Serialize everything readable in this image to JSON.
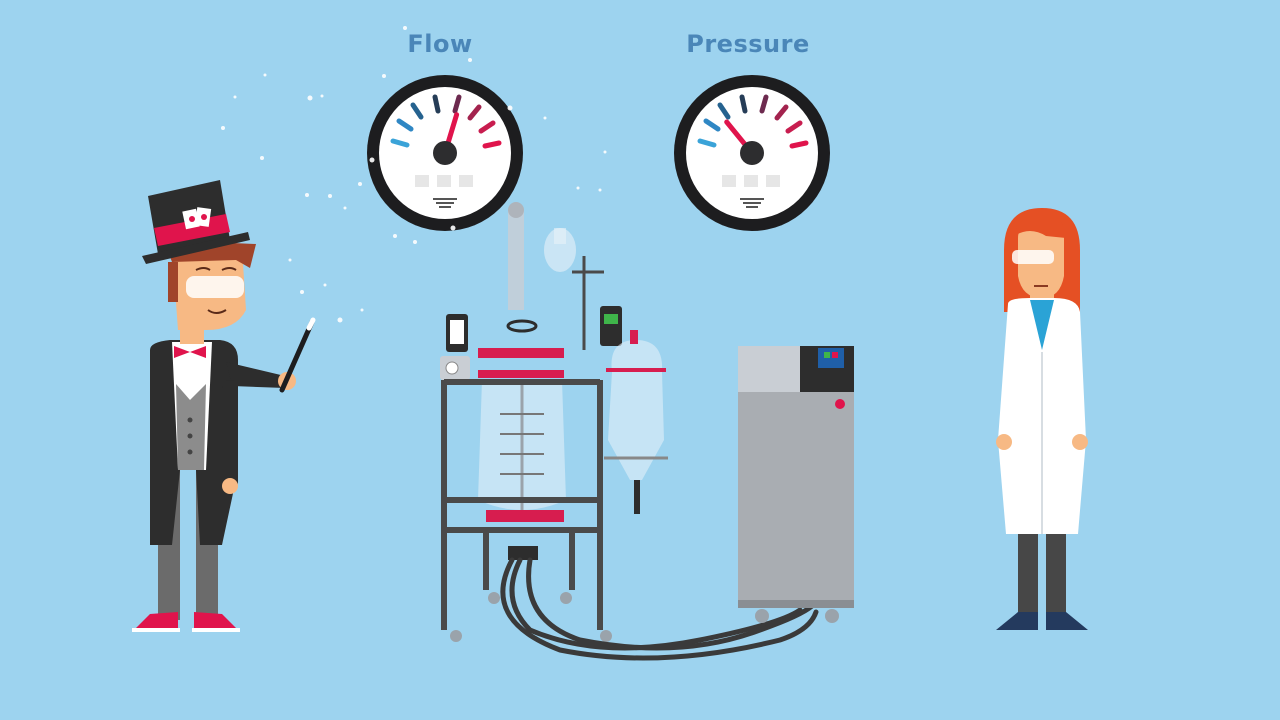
{
  "gauges": [
    {
      "label": "Flow",
      "needle_level": 0.62,
      "accent": "#e0144c"
    },
    {
      "label": "Pressure",
      "needle_level": 0.22,
      "accent": "#e0144c"
    }
  ],
  "colors": {
    "background": "#9dd3ef",
    "label": "#4a86b8",
    "brand_red": "#e0144c",
    "dark": "#2c2c2c"
  },
  "icons": [
    "top-hat-icon",
    "magic-wand-icon",
    "sparkles-icon",
    "reactor-icon",
    "thermostat-icon",
    "scientist-icon"
  ]
}
